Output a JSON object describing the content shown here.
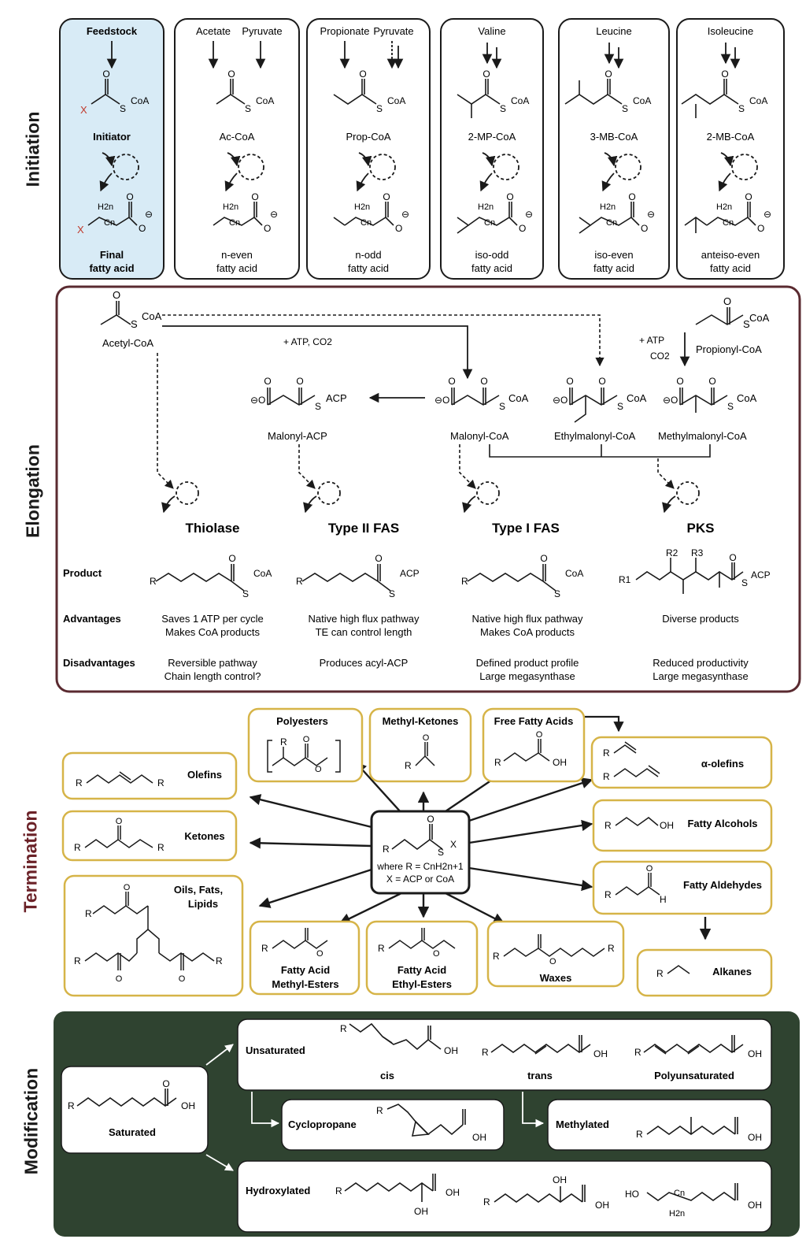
{
  "sections": {
    "initiation": "Initiation",
    "elongation": "Elongation",
    "termination": "Termination",
    "modification": "Modification"
  },
  "initiation": {
    "columns": [
      {
        "feed": [
          "Feedstock"
        ],
        "initiator_label": "Initiator",
        "product_line1": "Final",
        "product_line2": "fatty acid",
        "x_label": "X"
      },
      {
        "feed": [
          "Acetate",
          "Pyruvate"
        ],
        "initiator_label": "Ac-CoA",
        "product_line1": "n-even",
        "product_line2": "fatty acid"
      },
      {
        "feed": [
          "Propionate",
          "Pyruvate"
        ],
        "initiator_label": "Prop-CoA",
        "product_line1": "n-odd",
        "product_line2": "fatty acid"
      },
      {
        "feed": [
          "Valine"
        ],
        "initiator_label": "2-MP-CoA",
        "product_line1": "iso-odd",
        "product_line2": "fatty acid"
      },
      {
        "feed": [
          "Leucine"
        ],
        "initiator_label": "3-MB-CoA",
        "product_line1": "iso-even",
        "product_line2": "fatty acid"
      },
      {
        "feed": [
          "Isoleucine"
        ],
        "initiator_label": "2-MB-CoA",
        "product_line1": "anteiso-even",
        "product_line2": "fatty acid"
      }
    ],
    "coa": "CoA",
    "h2n": "H2n",
    "cn": "Cn"
  },
  "elongation": {
    "acetyl_coa": "Acetyl-CoA",
    "propionyl_coa": "Propionyl-CoA",
    "atp_co2": "+ ATP, CO2",
    "atp_label": "+ ATP",
    "co2_label": "CO2",
    "malonyl_acp": "Malonyl-ACP",
    "malonyl_coa": "Malonyl-CoA",
    "ethylmalonyl_coa": "Ethylmalonyl-CoA",
    "methylmalonyl_coa": "Methylmalonyl-CoA",
    "pathways": [
      "Thiolase",
      "Type II FAS",
      "Type I FAS",
      "PKS"
    ],
    "row_labels": {
      "product": "Product",
      "advantages": "Advantages",
      "disadvantages": "Disadvantages"
    },
    "advantages": [
      [
        "Saves 1 ATP per cycle",
        "Makes CoA products"
      ],
      [
        "Native high flux pathway",
        "TE can control length"
      ],
      [
        "Native high flux pathway",
        "Makes CoA products"
      ],
      [
        "Diverse products"
      ]
    ],
    "disadvantages": [
      [
        "Reversible pathway",
        "Chain length control?"
      ],
      [
        "Produces acyl-ACP"
      ],
      [
        "Defined product profile",
        "Large megasynthase"
      ],
      [
        "Reduced productivity",
        "Large megasynthase"
      ]
    ],
    "acp": "ACP",
    "r": "R",
    "r1": "R1",
    "r2": "R2",
    "r3": "R3"
  },
  "termination": {
    "center_where": "where R = CnH2n+1",
    "center_x": "X = ACP or CoA",
    "products": {
      "polyesters": "Polyesters",
      "methyl_ketones": "Methyl-Ketones",
      "free_fatty_acids": "Free Fatty Acids",
      "alpha_olefins": "α-olefins",
      "olefins": "Olefins",
      "ketones": "Ketones",
      "oils_fats_lipids_1": "Oils, Fats,",
      "oils_fats_lipids_2": "Lipids",
      "fatty_alcohols": "Fatty Alcohols",
      "fatty_aldehydes": "Fatty Aldehydes",
      "alkanes": "Alkanes",
      "fame_1": "Fatty Acid",
      "fame_2": "Methyl-Esters",
      "faee_1": "Fatty Acid",
      "faee_2": "Ethyl-Esters",
      "waxes": "Waxes"
    },
    "oh": "OH",
    "h": "H",
    "o": "O",
    "x": "X",
    "s": "S"
  },
  "modification": {
    "saturated": "Saturated",
    "unsaturated": "Unsaturated",
    "cis": "cis",
    "trans": "trans",
    "polyunsaturated": "Polyunsaturated",
    "cyclopropane": "Cyclopropane",
    "methylated": "Methylated",
    "hydroxylated": "Hydroxylated",
    "oh": "OH",
    "ho": "HO",
    "r": "R",
    "cn": "Cn",
    "h2n": "H2n"
  },
  "colors": {
    "initiation_first_bg": "#d8ebf6",
    "elongation_border": "#5a2a30",
    "termination_border": "#d6b448",
    "termination_label": "#6b2228",
    "modification_bg": "#2f4330",
    "ink": "#1a1a1a"
  }
}
